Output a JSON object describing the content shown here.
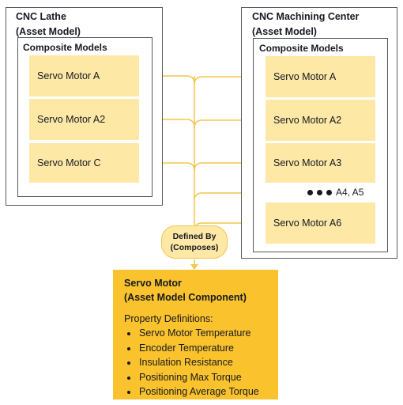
{
  "left_model": {
    "title_line1": "CNC Lathe",
    "title_line2": "(Asset Model)",
    "composite_title": "Composite Models",
    "motors": [
      "Servo Motor A",
      "Servo Motor A2",
      "Servo Motor C"
    ]
  },
  "right_model": {
    "title_line1": "CNC Machining Center",
    "title_line2": "(Asset Model)",
    "composite_title": "Composite Models",
    "motors": [
      "Servo Motor A",
      "Servo Motor A2",
      "Servo Motor A3",
      "Servo Motor A6"
    ],
    "ellipsis_label": "A4, A5"
  },
  "relation": {
    "line1": "Defined By",
    "line2": "(Composes)"
  },
  "component": {
    "title_line1": "Servo Motor",
    "title_line2": "(Asset Model Component)",
    "property_header": "Property Definitions:",
    "properties": [
      "Servo Motor Temperature",
      "Encoder Temperature",
      "Insulation Resistance",
      "Positioning Max Torque",
      "Positioning Average Torque"
    ]
  },
  "colors": {
    "connector": "#f3c64c",
    "motor_fill": "#fde8a6",
    "component_fill": "#fac22d",
    "border": "#555a60"
  }
}
